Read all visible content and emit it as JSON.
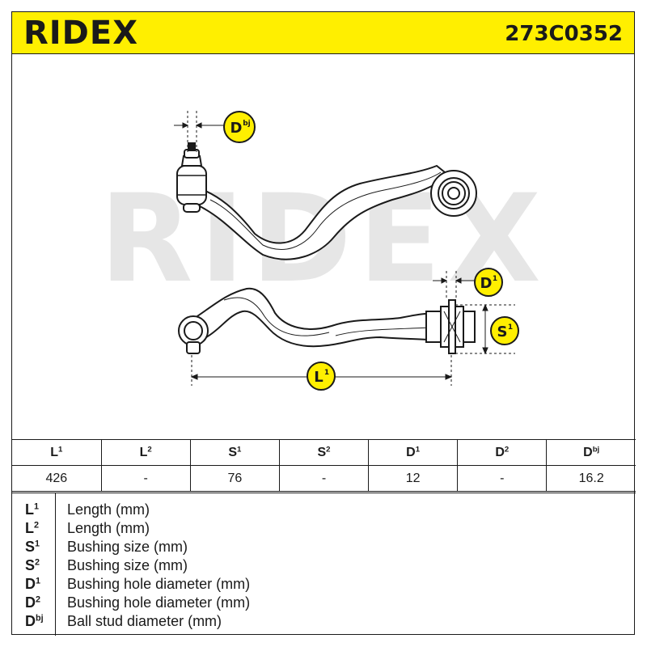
{
  "header": {
    "brand": "RIDEX",
    "part_number": "273C0352"
  },
  "watermark": "RIDEX",
  "drawing": {
    "dimension_labels": [
      {
        "base": "D",
        "sup": "bj"
      },
      {
        "base": "D",
        "sup": "1"
      },
      {
        "base": "S",
        "sup": "1"
      },
      {
        "base": "L",
        "sup": "1"
      }
    ]
  },
  "table": {
    "columns": [
      {
        "base": "L",
        "sup": "1"
      },
      {
        "base": "L",
        "sup": "2"
      },
      {
        "base": "S",
        "sup": "1"
      },
      {
        "base": "S",
        "sup": "2"
      },
      {
        "base": "D",
        "sup": "1"
      },
      {
        "base": "D",
        "sup": "2"
      },
      {
        "base": "D",
        "sup": "bj"
      }
    ],
    "values": [
      "426",
      "-",
      "76",
      "-",
      "12",
      "-",
      "16.2"
    ]
  },
  "legend": [
    {
      "base": "L",
      "sup": "1",
      "desc": "Length (mm)"
    },
    {
      "base": "L",
      "sup": "2",
      "desc": "Length (mm)"
    },
    {
      "base": "S",
      "sup": "1",
      "desc": "Bushing size (mm)"
    },
    {
      "base": "S",
      "sup": "2",
      "desc": "Bushing size (mm)"
    },
    {
      "base": "D",
      "sup": "1",
      "desc": "Bushing hole diameter (mm)"
    },
    {
      "base": "D",
      "sup": "2",
      "desc": "Bushing hole diameter (mm)"
    },
    {
      "base": "D",
      "sup": "bj",
      "desc": "Ball stud diameter (mm)"
    }
  ],
  "colors": {
    "header_background": "#ffef00",
    "badge_fill": "#ffef00",
    "line_color": "#1a1a1a",
    "watermark_color": "#e6e6e6"
  }
}
